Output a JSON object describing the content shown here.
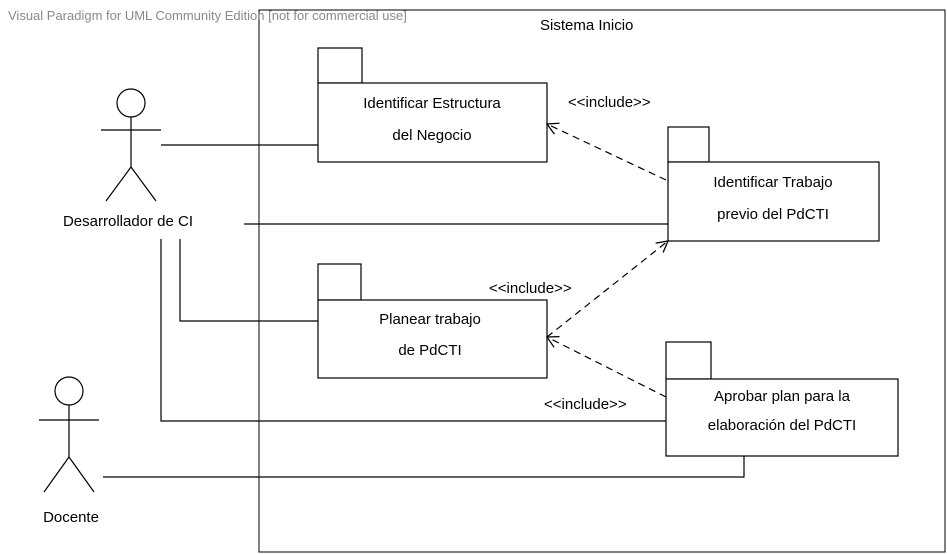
{
  "watermark": "Visual Paradigm for UML Community Edition [not for commercial use]",
  "system": {
    "title": "Sistema Inicio"
  },
  "actors": {
    "desarrollador": {
      "label": "Desarrollador de CI"
    },
    "docente": {
      "label": "Docente"
    }
  },
  "packages": {
    "estructura": {
      "line1": "Identificar Estructura",
      "line2": "del Negocio"
    },
    "trabajo_previo": {
      "line1": "Identificar Trabajo",
      "line2": "previo del PdCTI"
    },
    "planear": {
      "line1": "Planear trabajo",
      "line2": "de PdCTI"
    },
    "aprobar": {
      "line1": "Aprobar plan para la",
      "line2": "elaboración del PdCTI"
    }
  },
  "relations": {
    "include_1": "<<include>>",
    "include_2": "<<include>>",
    "include_3": "<<include>>"
  },
  "colors": {
    "line": "#000000",
    "background": "#ffffff",
    "watermark": "#8a8a8a"
  }
}
